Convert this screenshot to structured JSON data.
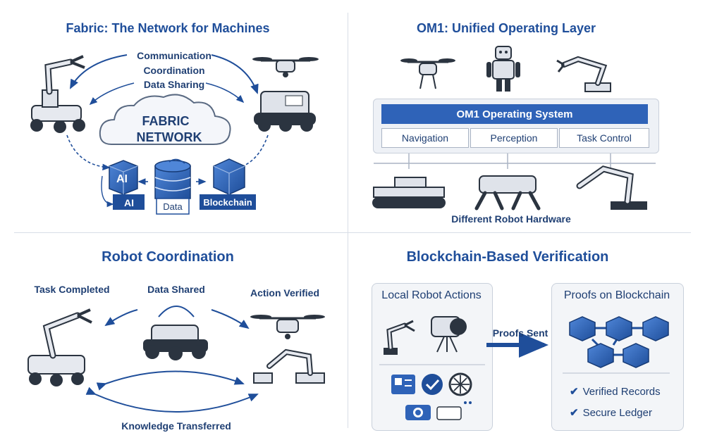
{
  "q1": {
    "title": "Fabric: The Network for Machines",
    "functions": [
      "Communication",
      "Coordination",
      "Data Sharing"
    ],
    "cloud_line1": "FABRIC",
    "cloud_line2": "NETWORK",
    "nodes": [
      "AI",
      "Data",
      "Blockchain"
    ],
    "ai_badge": "AI"
  },
  "q2": {
    "title": "OM1: Unified Operating Layer",
    "os_label": "OM1 Operating System",
    "modules": [
      "Navigation",
      "Perception",
      "Task Control"
    ],
    "hardware_label": "Different Robot Hardware"
  },
  "q3": {
    "title": "Robot Coordination",
    "task_completed": "Task Completed",
    "data_shared": "Data Shared",
    "action_verified": "Action Verified",
    "knowledge": "Knowledge Transferred"
  },
  "q4": {
    "title": "Blockchain-Based Verification",
    "local_title": "Local Robot Actions",
    "arrow_label": "Proofs Sent",
    "proofs_title": "Proofs on Blockchain",
    "checks": [
      "Verified Records",
      "Secure Ledger"
    ]
  },
  "colors": {
    "primary": "#1f4e9a",
    "accent": "#2f63b8",
    "dark": "#1f3f73",
    "light": "#eef1f6"
  }
}
